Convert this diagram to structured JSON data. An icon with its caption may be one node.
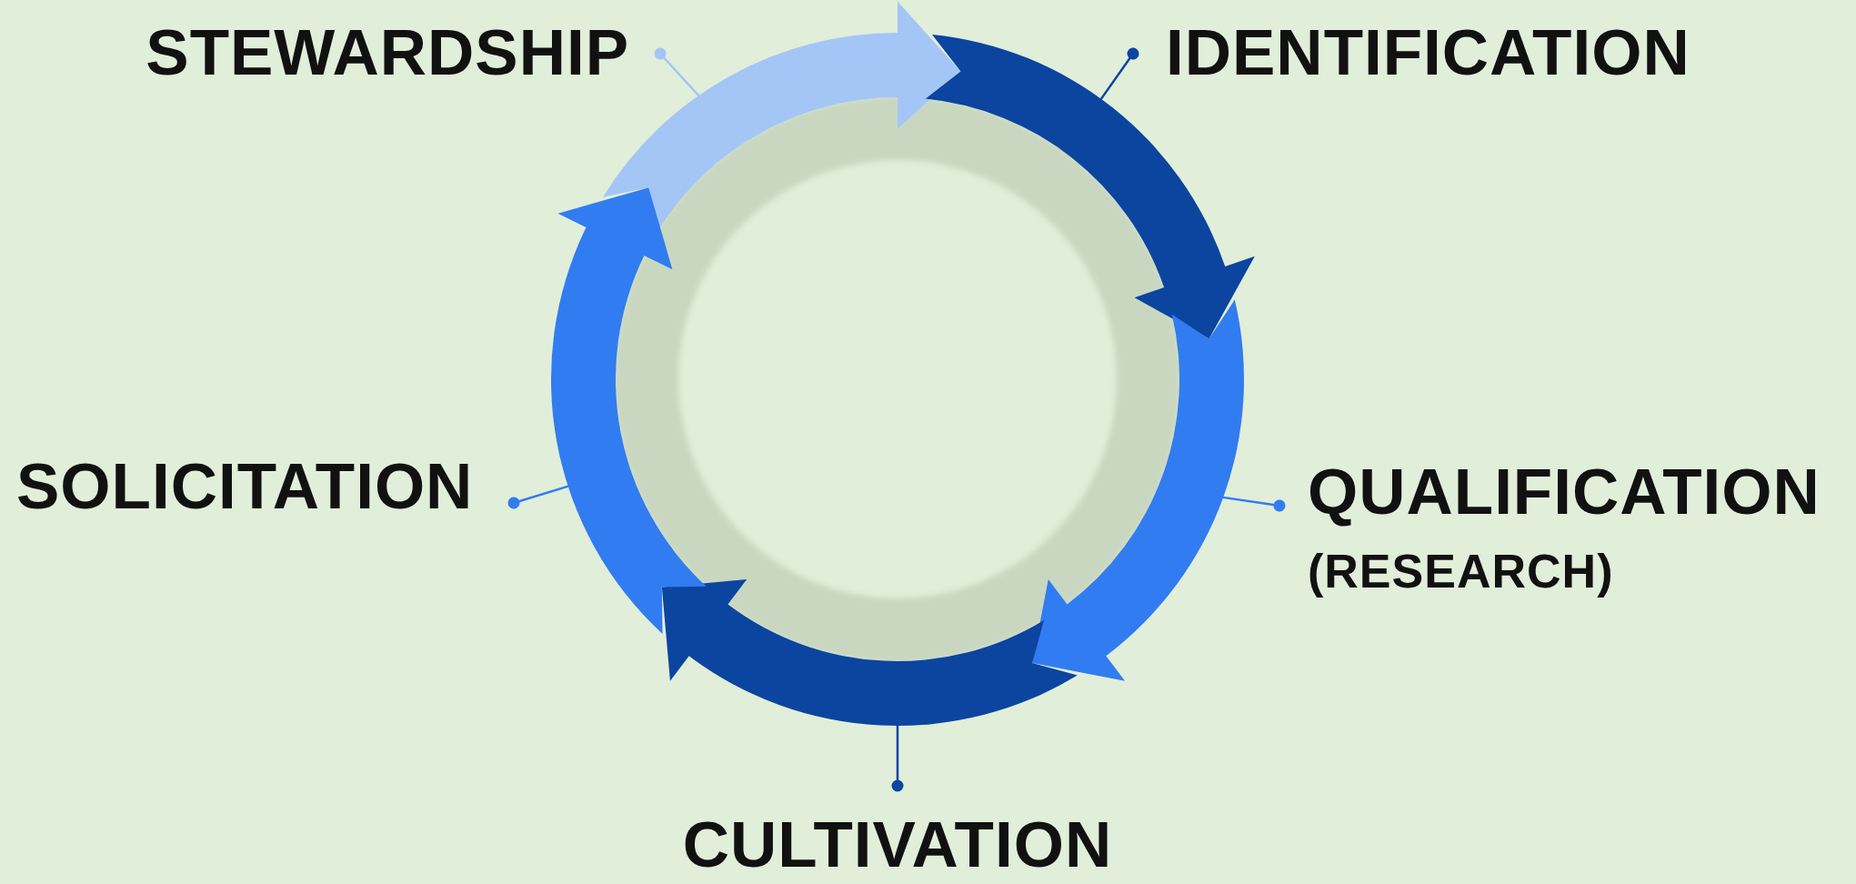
{
  "diagram": {
    "nodes": [
      {
        "text": [
          "STEWARDSHIP"
        ]
      },
      {
        "text": [
          "IDENTIFICATION"
        ]
      },
      {
        "text": [
          "QUALIFICATION",
          "(RESEARCH)"
        ]
      },
      {
        "text": [
          "SOLICITATION"
        ]
      },
      {
        "text": [
          "CULTIVATION"
        ]
      },
      {
        "text": [],
        "shape": "arrow"
      },
      {
        "text": [],
        "shape": "arrow"
      },
      {
        "text": [],
        "shape": "arrow"
      },
      {
        "text": [],
        "shape": "arrow"
      },
      {
        "text": [],
        "shape": "arrow"
      }
    ],
    "edges": [
      {
        "from": 0,
        "to": 5,
        "arrow": "other",
        "color": "#a4c6f7"
      },
      {
        "from": 1,
        "to": 6,
        "arrow": "other",
        "color": "#0b45a0"
      },
      {
        "from": 2,
        "to": 7,
        "arrow": "other",
        "color": "#317cf0"
      },
      {
        "from": 3,
        "to": 9,
        "arrow": "other",
        "color": "#317cf0"
      },
      {
        "from": 4,
        "to": 8,
        "arrow": "other",
        "color": "#0b45a0"
      },
      {
        "from": 9,
        "to": 6,
        "arrow": "to",
        "style": "thick",
        "color": "#a4c6f7"
      },
      {
        "from": 5,
        "to": 7,
        "arrow": "to",
        "style": "thick",
        "color": "#0b45a0"
      },
      {
        "from": 6,
        "to": 8,
        "arrow": "to",
        "style": "thick",
        "color": "#317cf0"
      },
      {
        "from": 7,
        "to": 9,
        "arrow": "to",
        "style": "thick",
        "color": "#0b45a0"
      },
      {
        "from": 8,
        "to": 5,
        "arrow": "to",
        "style": "thick",
        "color": "#317cf0"
      }
    ]
  }
}
